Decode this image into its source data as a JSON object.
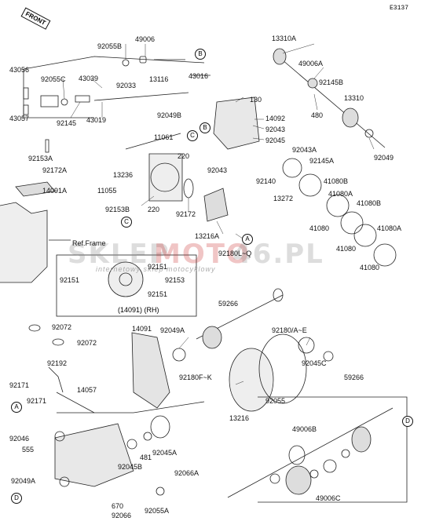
{
  "diagram_code": "E3137",
  "front_label": "FRONT",
  "watermark": {
    "brand_part1": "SKLEP",
    "brand_part2": "MOTO",
    "brand_part3": "46.PL",
    "subtitle": "internetowy sklep motocyklowy"
  },
  "inset": {
    "title": "(14091) (RH)"
  },
  "ref_frame": "Ref.Frame",
  "labels": {
    "p13310A": "13310A",
    "p49006_top": "49006",
    "p92055B": "92055B",
    "p43056": "43056",
    "p92055C": "92055C",
    "p43039": "43039",
    "p92033": "92033",
    "p13116": "13116",
    "p43016": "43016",
    "p43057": "43057",
    "p92145": "92145",
    "p43019": "43019",
    "p49006A": "49006A",
    "p92145B": "92145B",
    "p130": "130",
    "p480": "480",
    "p13310": "13310",
    "p14092": "14092",
    "p92049B": "92049B",
    "p92043a": "92043",
    "p92045": "92045",
    "p11061": "11061",
    "p92043A": "92043A",
    "p92153A": "92153A",
    "p92049": "92049",
    "p92145A": "92145A",
    "p220a": "220",
    "p92043b": "92043",
    "p13236": "13236",
    "p92172A": "92172A",
    "p92140": "92140",
    "p41080B_1": "41080B",
    "p14091A": "14091A",
    "p11055": "11055",
    "p13272": "13272",
    "p41080A_1": "41080A",
    "p41080B_2": "41080B",
    "p92172": "92172",
    "p41080_1": "41080",
    "p92153B": "92153B",
    "p220b": "220",
    "p13216A": "13216A",
    "p41080A_2": "41080A",
    "p41080_2": "41080",
    "p92180L": "92180L~Q",
    "p41080_3": "41080",
    "p92151a": "92151",
    "p92151b": "92151",
    "p92153": "92153",
    "p92151c": "92151",
    "p59266a": "59266",
    "p92072a": "92072",
    "p92072b": "92072",
    "p14091": "14091",
    "p92049A": "92049A",
    "p92180AE": "92180/A~E",
    "p92192": "92192",
    "p92045C": "92045C",
    "p92171a": "92171",
    "p92180FK": "92180F~K",
    "p59266b": "59266",
    "p14057": "14057",
    "p92055": "92055",
    "p92171b": "92171",
    "p13216": "13216",
    "p49006B": "49006B",
    "p92046": "92046",
    "p555": "555",
    "p481": "481",
    "p92045A": "92045A",
    "p92045B": "92045B",
    "p92066A": "92066A",
    "p92049A_2": "92049A",
    "p49006C": "49006C",
    "p670": "670",
    "p92066": "92066",
    "p92055A": "92055A"
  },
  "callouts": {
    "A": "A",
    "B": "B",
    "C": "C",
    "D": "D"
  }
}
